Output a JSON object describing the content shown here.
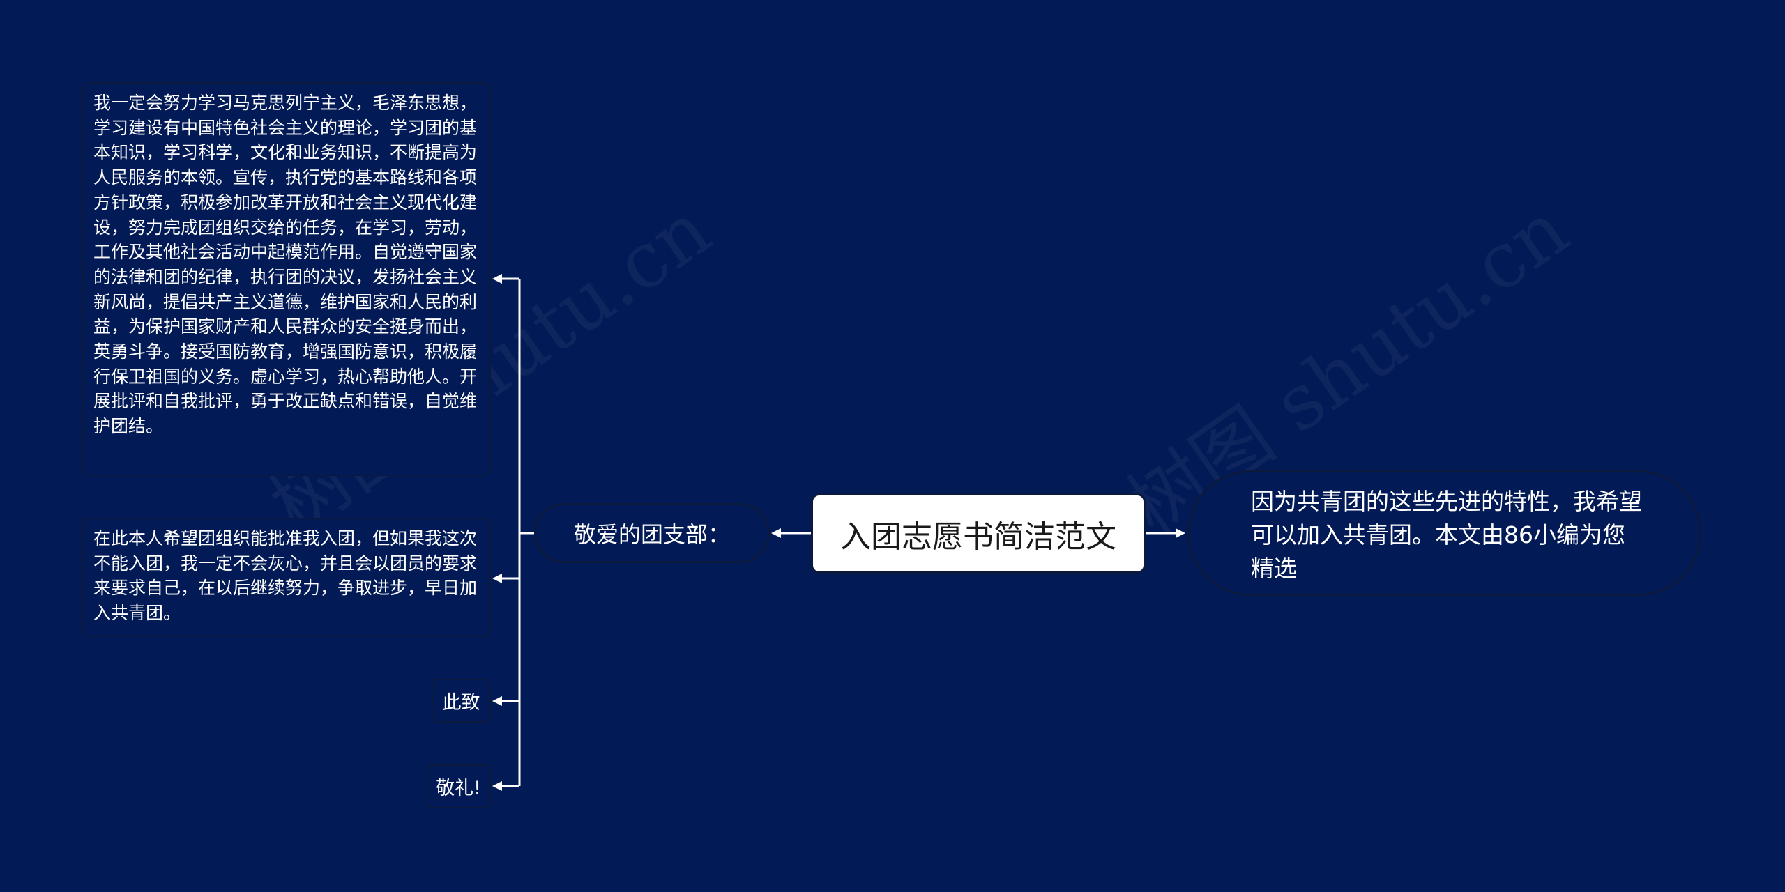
{
  "root": {
    "label": "入团志愿书简洁范文"
  },
  "left_branch": {
    "label": "敬爱的团支部："
  },
  "right_branch": {
    "text": "因为共青团的这些先进的特性，我希望可以加入共青团。本文由86小编为您精选"
  },
  "leaves": [
    {
      "text": "我一定会努力学习马克思列宁主义，毛泽东思想，学习建设有中国特色社会主义的理论，学习团的基本知识，学习科学，文化和业务知识，不断提高为人民服务的本领。宣传，执行党的基本路线和各项方针政策，积极参加改革开放和社会主义现代化建设，努力完成团组织交给的任务，在学习，劳动，工作及其他社会活动中起模范作用。自觉遵守国家的法律和团的纪律，执行团的决议，发扬社会主义新风尚，提倡共产主义道德，维护国家和人民的利益，为保护国家财产和人民群众的安全挺身而出，英勇斗争。接受国防教育，增强国防意识，积极履行保卫祖国的义务。虚心学习，热心帮助他人。开展批评和自我批评，勇于改正缺点和错误，自觉维护团结。"
    },
    {
      "text": "在此本人希望团组织能批准我入团，但如果我这次不能入团，我一定不会灰心，并且会以团员的要求来要求自己，在以后继续努力，争取进步，早日加入共青团。"
    },
    {
      "text": "此致"
    },
    {
      "text": "敬礼!"
    }
  ],
  "watermark": {
    "text": "树图 shutu.cn"
  },
  "colors": {
    "background": "#021a55",
    "line": "#ffffff",
    "node_border": "#0b1a3c",
    "root_fill": "#ffffff"
  }
}
